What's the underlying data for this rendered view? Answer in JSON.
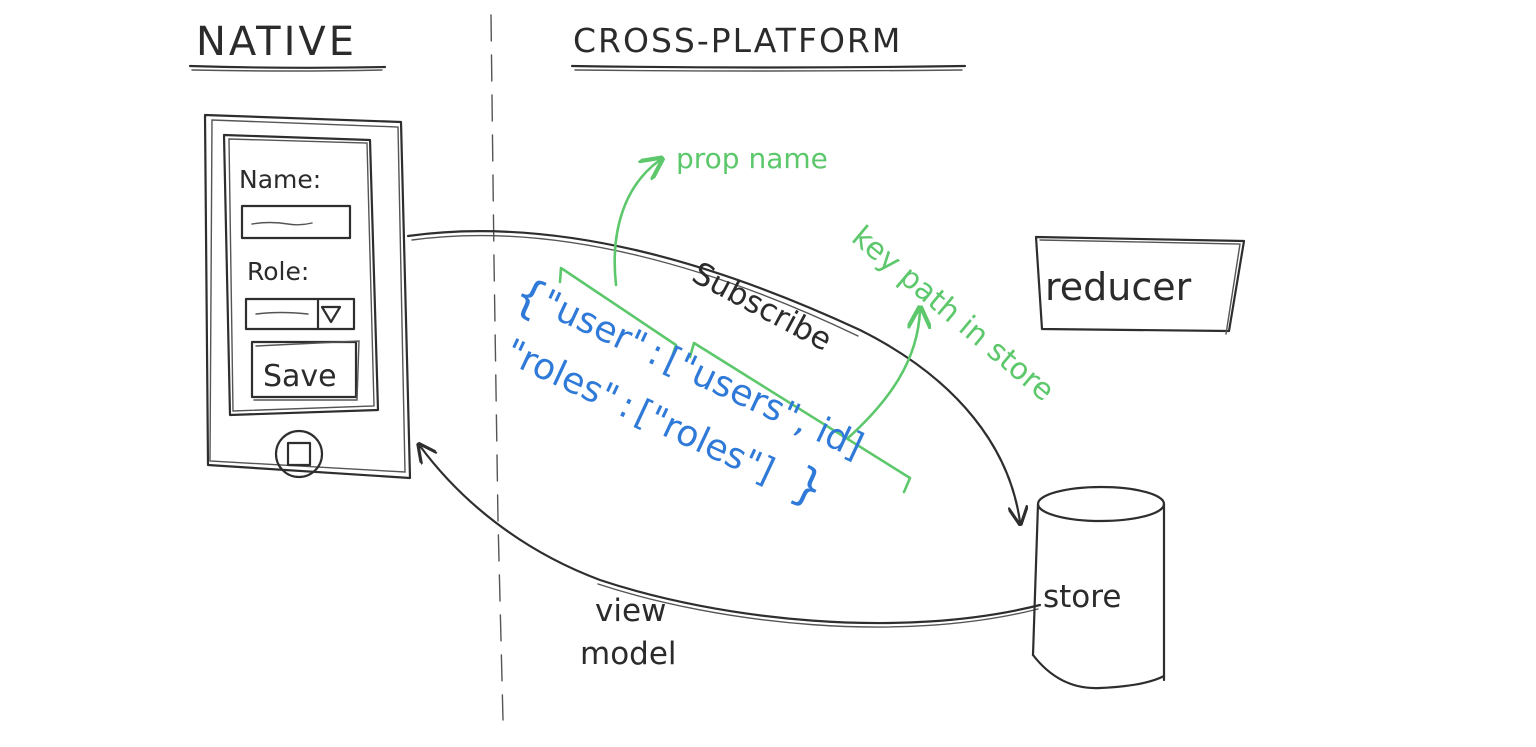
{
  "headings": {
    "native": "NATIVE",
    "cross_platform": "CROSS-PLATFORM"
  },
  "phone_form": {
    "name_label": "Name:",
    "role_label": "Role:",
    "save_label": "Save"
  },
  "labels": {
    "subscribe": "Subscribe",
    "view_model_line1": "view",
    "view_model_line2": "model",
    "reducer": "reducer",
    "store": "store",
    "prop_name": "prop name",
    "key_path_in_store": "key path in store"
  },
  "mapping": {
    "open_brace": "{",
    "user_key": "\"user\"",
    "user_colon": ":",
    "user_path": "[\"users\", id]",
    "roles_key": "\"roles\"",
    "roles_colon": ":",
    "roles_path": "[\"roles\"]",
    "close_brace": "}"
  },
  "colors": {
    "ink": "#2e2e2e",
    "annotation_green": "#5cc86b",
    "code_blue": "#2f7ad8"
  }
}
